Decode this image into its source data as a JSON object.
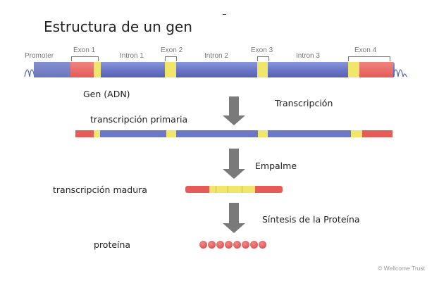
{
  "title": "Estructura de un gen",
  "gene_labels": {
    "promoter": "Promoter",
    "exon1": "Exon 1",
    "exon2": "Exon 2",
    "exon3": "Exon 3",
    "exon4": "Exon 4",
    "intron1": "Intron 1",
    "intron2": "Intron 2",
    "intron3": "Intron 3"
  },
  "labels": {
    "gene": "Gen (ADN)",
    "transcription": "Transcripción",
    "primary": "transcripción primaria",
    "splicing": "Empalme",
    "mature": "transcripción madura",
    "synthesis": "Síntesis de la Proteína",
    "protein": "proteína",
    "credit": "© Wellcome Trust"
  },
  "colors": {
    "blue": "#6b78c8",
    "red": "#e45b57",
    "yellow": "#f1e56a",
    "arrow": "#7a7a7a"
  }
}
